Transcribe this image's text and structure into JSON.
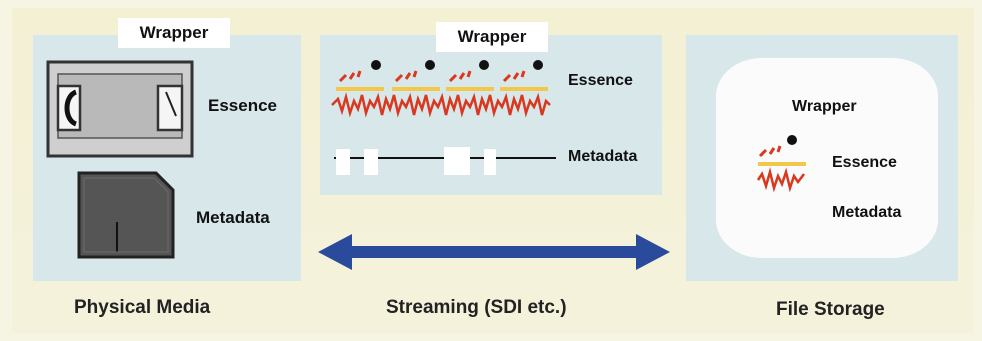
{
  "physical_media": {
    "wrapper_label": "Wrapper",
    "essence_label": "Essence",
    "metadata_label": "Metadata",
    "caption": "Physical Media"
  },
  "streaming": {
    "wrapper_label": "Wrapper",
    "essence_label": "Essence",
    "metadata_label": "Metadata",
    "caption": "Streaming (SDI etc.)"
  },
  "file_storage": {
    "wrapper_label": "Wrapper",
    "essence_label": "Essence",
    "metadata_label": "Metadata",
    "caption": "File Storage"
  },
  "icons": {
    "tape_cassette": "tape-cassette-icon",
    "floppy_disk": "floppy-disk-icon",
    "essence_glyph": "audio-video-essence-icon",
    "double_arrow": "double-headed-arrow-icon"
  },
  "colors": {
    "background": "#f6f4e3",
    "panel": "#d7e7ea",
    "arrow": "#2a4a9b",
    "waveform": "#d9381e"
  }
}
